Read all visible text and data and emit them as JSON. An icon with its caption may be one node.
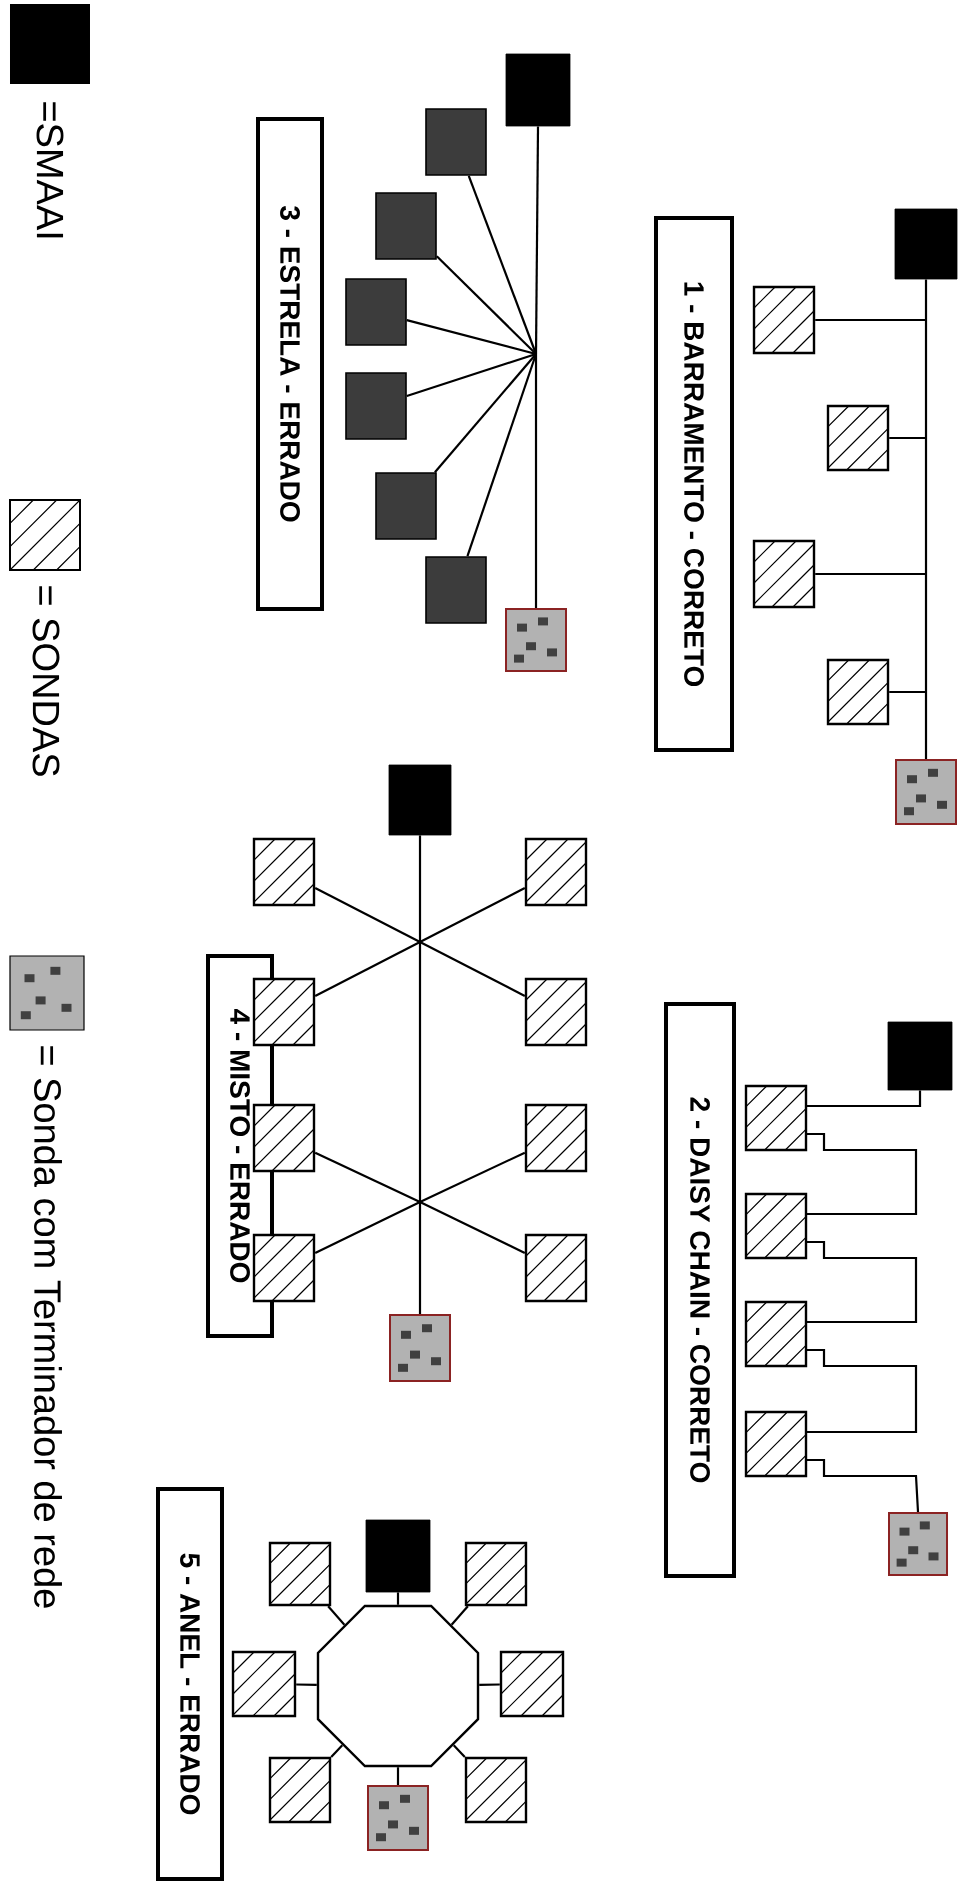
{
  "diagram": {
    "nodes": [
      {
        "text": [
          "1 - BARRAMENTO - CORRETO"
        ]
      },
      {
        "text": [],
        "shape": "box"
      },
      {
        "text": [],
        "shape": "box"
      },
      {
        "text": [],
        "shape": "box"
      },
      {
        "text": [],
        "shape": "box"
      },
      {
        "text": [],
        "shape": "box"
      },
      {
        "text": [],
        "shape": "box"
      },
      {
        "text": [
          "2 - DAISY CHAIN - CORRETO"
        ]
      },
      {
        "text": [],
        "shape": "box"
      },
      {
        "text": [],
        "shape": "box"
      },
      {
        "text": [],
        "shape": "box"
      },
      {
        "text": [],
        "shape": "box"
      },
      {
        "text": [],
        "shape": "box"
      },
      {
        "text": [],
        "shape": "box"
      },
      {
        "text": [
          "3 - ESTRELA - ERRADO"
        ]
      },
      {
        "text": [],
        "shape": "box"
      },
      {
        "text": [],
        "shape": "box"
      },
      {
        "text": [],
        "shape": "box"
      },
      {
        "text": [],
        "shape": "box"
      },
      {
        "text": [],
        "shape": "box"
      },
      {
        "text": [],
        "shape": "box"
      },
      {
        "text": [],
        "shape": "box"
      },
      {
        "text": [],
        "shape": "box"
      },
      {
        "text": [
          "4 - MISTO - ERRADO"
        ]
      },
      {
        "text": [],
        "shape": "box"
      },
      {
        "text": [],
        "shape": "box"
      },
      {
        "text": [],
        "shape": "box"
      },
      {
        "text": [],
        "shape": "box"
      },
      {
        "text": [],
        "shape": "box"
      },
      {
        "text": [],
        "shape": "box"
      },
      {
        "text": [],
        "shape": "box"
      },
      {
        "text": [],
        "shape": "box"
      },
      {
        "text": [],
        "shape": "box"
      },
      {
        "text": [],
        "shape": "box"
      },
      {
        "text": [
          "5 - ANEL - ERRADO"
        ]
      },
      {
        "text": [],
        "shape": "octagon"
      },
      {
        "text": [],
        "shape": "box"
      },
      {
        "text": [],
        "shape": "box"
      },
      {
        "text": [],
        "shape": "box"
      },
      {
        "text": [],
        "shape": "box"
      },
      {
        "text": [],
        "shape": "box"
      },
      {
        "text": [],
        "shape": "box"
      },
      {
        "text": [],
        "shape": "box"
      },
      {
        "text": [],
        "shape": "box"
      }
    ],
    "edges": [
      {
        "from": 1,
        "to": 2,
        "arrow": "none"
      },
      {
        "from": 1,
        "to": 3,
        "arrow": "none"
      },
      {
        "from": 1,
        "to": 4,
        "arrow": "none"
      },
      {
        "from": 1,
        "to": 5,
        "arrow": "none"
      },
      {
        "from": 1,
        "to": 6,
        "arrow": "none"
      },
      {
        "from": 8,
        "to": 9,
        "arrow": "none"
      },
      {
        "from": 9,
        "to": 10,
        "arrow": "none"
      },
      {
        "from": 10,
        "to": 11,
        "arrow": "none"
      },
      {
        "from": 11,
        "to": 12,
        "arrow": "none"
      },
      {
        "from": 12,
        "to": 13,
        "arrow": "none"
      },
      {
        "from": 15,
        "to": 16,
        "arrow": "none"
      },
      {
        "from": 15,
        "to": 17,
        "arrow": "none"
      },
      {
        "from": 15,
        "to": 18,
        "arrow": "none"
      },
      {
        "from": 15,
        "to": 19,
        "arrow": "none"
      },
      {
        "from": 15,
        "to": 20,
        "arrow": "none"
      },
      {
        "from": 15,
        "to": 21,
        "arrow": "none"
      },
      {
        "from": 15,
        "to": 22,
        "arrow": "none"
      },
      {
        "from": 24,
        "to": 25,
        "arrow": "none"
      },
      {
        "from": 24,
        "to": 26,
        "arrow": "none"
      },
      {
        "from": 24,
        "to": 27,
        "arrow": "none"
      },
      {
        "from": 24,
        "to": 28,
        "arrow": "none"
      },
      {
        "from": 24,
        "to": 29,
        "arrow": "none"
      },
      {
        "from": 24,
        "to": 30,
        "arrow": "none"
      },
      {
        "from": 24,
        "to": 31,
        "arrow": "none"
      },
      {
        "from": 24,
        "to": 32,
        "arrow": "none"
      },
      {
        "from": 24,
        "to": 33,
        "arrow": "none"
      },
      {
        "from": 35,
        "to": 36,
        "arrow": "none"
      },
      {
        "from": 35,
        "to": 37,
        "arrow": "none"
      },
      {
        "from": 35,
        "to": 38,
        "arrow": "none"
      },
      {
        "from": 35,
        "to": 39,
        "arrow": "none"
      },
      {
        "from": 35,
        "to": 40,
        "arrow": "none"
      },
      {
        "from": 35,
        "to": 41,
        "arrow": "none"
      },
      {
        "from": 35,
        "to": 42,
        "arrow": "none"
      },
      {
        "from": 35,
        "to": 43,
        "arrow": "none"
      }
    ],
    "legend": [
      {
        "text": "=SMAAI",
        "color": "#000000"
      },
      {
        "text": "= SONDAS"
      },
      {
        "text": "= Sonda com Terminador de rede"
      }
    ]
  }
}
